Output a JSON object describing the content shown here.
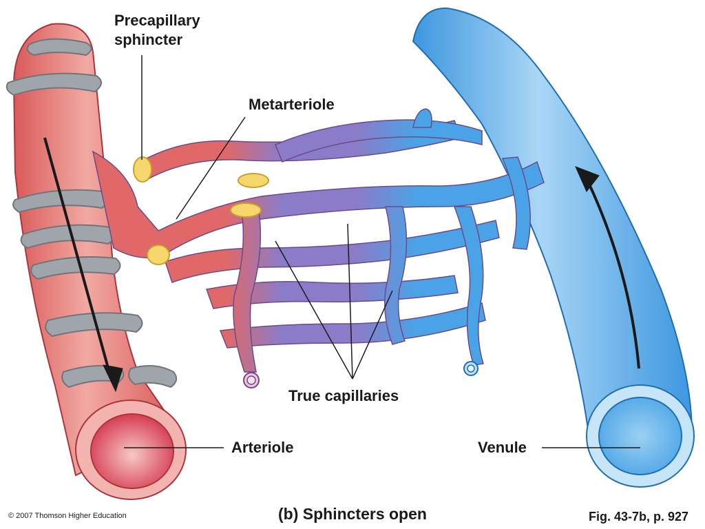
{
  "labels": {
    "precapillary_line1": "Precapillary",
    "precapillary_line2": "sphincter",
    "metarteriole": "Metarteriole",
    "true_capillaries": "True capillaries",
    "arteriole": "Arteriole",
    "venule": "Venule"
  },
  "caption": "(b) Sphincters open",
  "copyright": "© 2007 Thomson Higher Education",
  "figure_ref": "Fig. 43-7b, p. 927",
  "colors": {
    "arteriole": "#e36e6e",
    "arteriole_light": "#f3b3ae",
    "venule": "#4aa3e6",
    "venule_light": "#bfe1f7",
    "capillary_mid": "#8a7cc8",
    "sphincter": "#f5d76e",
    "smooth_muscle": "#9aa0a6",
    "arrow": "#1a1a1a"
  }
}
